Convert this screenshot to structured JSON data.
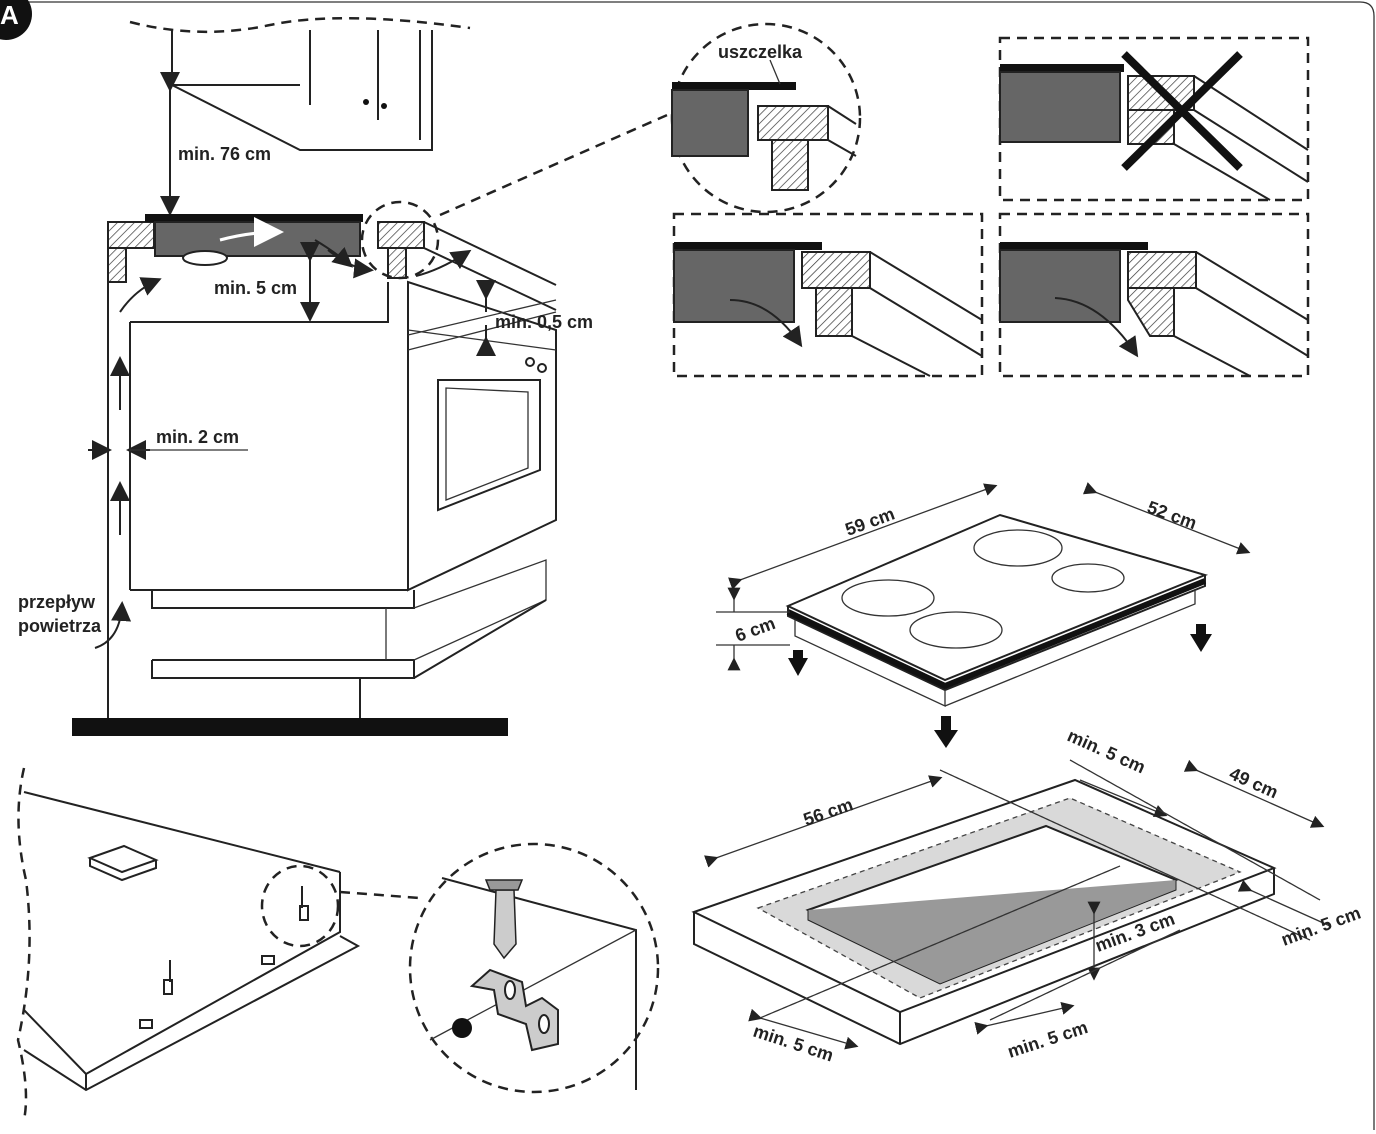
{
  "badge": "A",
  "labels": {
    "top_clearance": "min. 76 cm",
    "under_hob": "min. 5 cm",
    "front_gap": "min. 0,5 cm",
    "side_gap": "min. 2 cm",
    "airflow_line1": "przepływ",
    "airflow_line2": "powietrza",
    "seal": "uszczelka",
    "hob_width": "59 cm",
    "hob_depth": "52 cm",
    "hob_height": "6 cm",
    "cutout_width": "56 cm",
    "cutout_depth": "49 cm",
    "cutout_back": "min. 5 cm",
    "worktop_thickness": "min. 3 cm",
    "cutout_right": "min. 5 cm",
    "cutout_front": "min. 5 cm",
    "cutout_left": "min. 5 cm"
  },
  "colors": {
    "line": "#222222",
    "fill_gray": "#666666",
    "cutout_shade": "#d9d9d9",
    "background": "#ffffff"
  },
  "icons": {
    "cross": "x-mark-icon",
    "down_arrow": "down-arrow-icon"
  }
}
